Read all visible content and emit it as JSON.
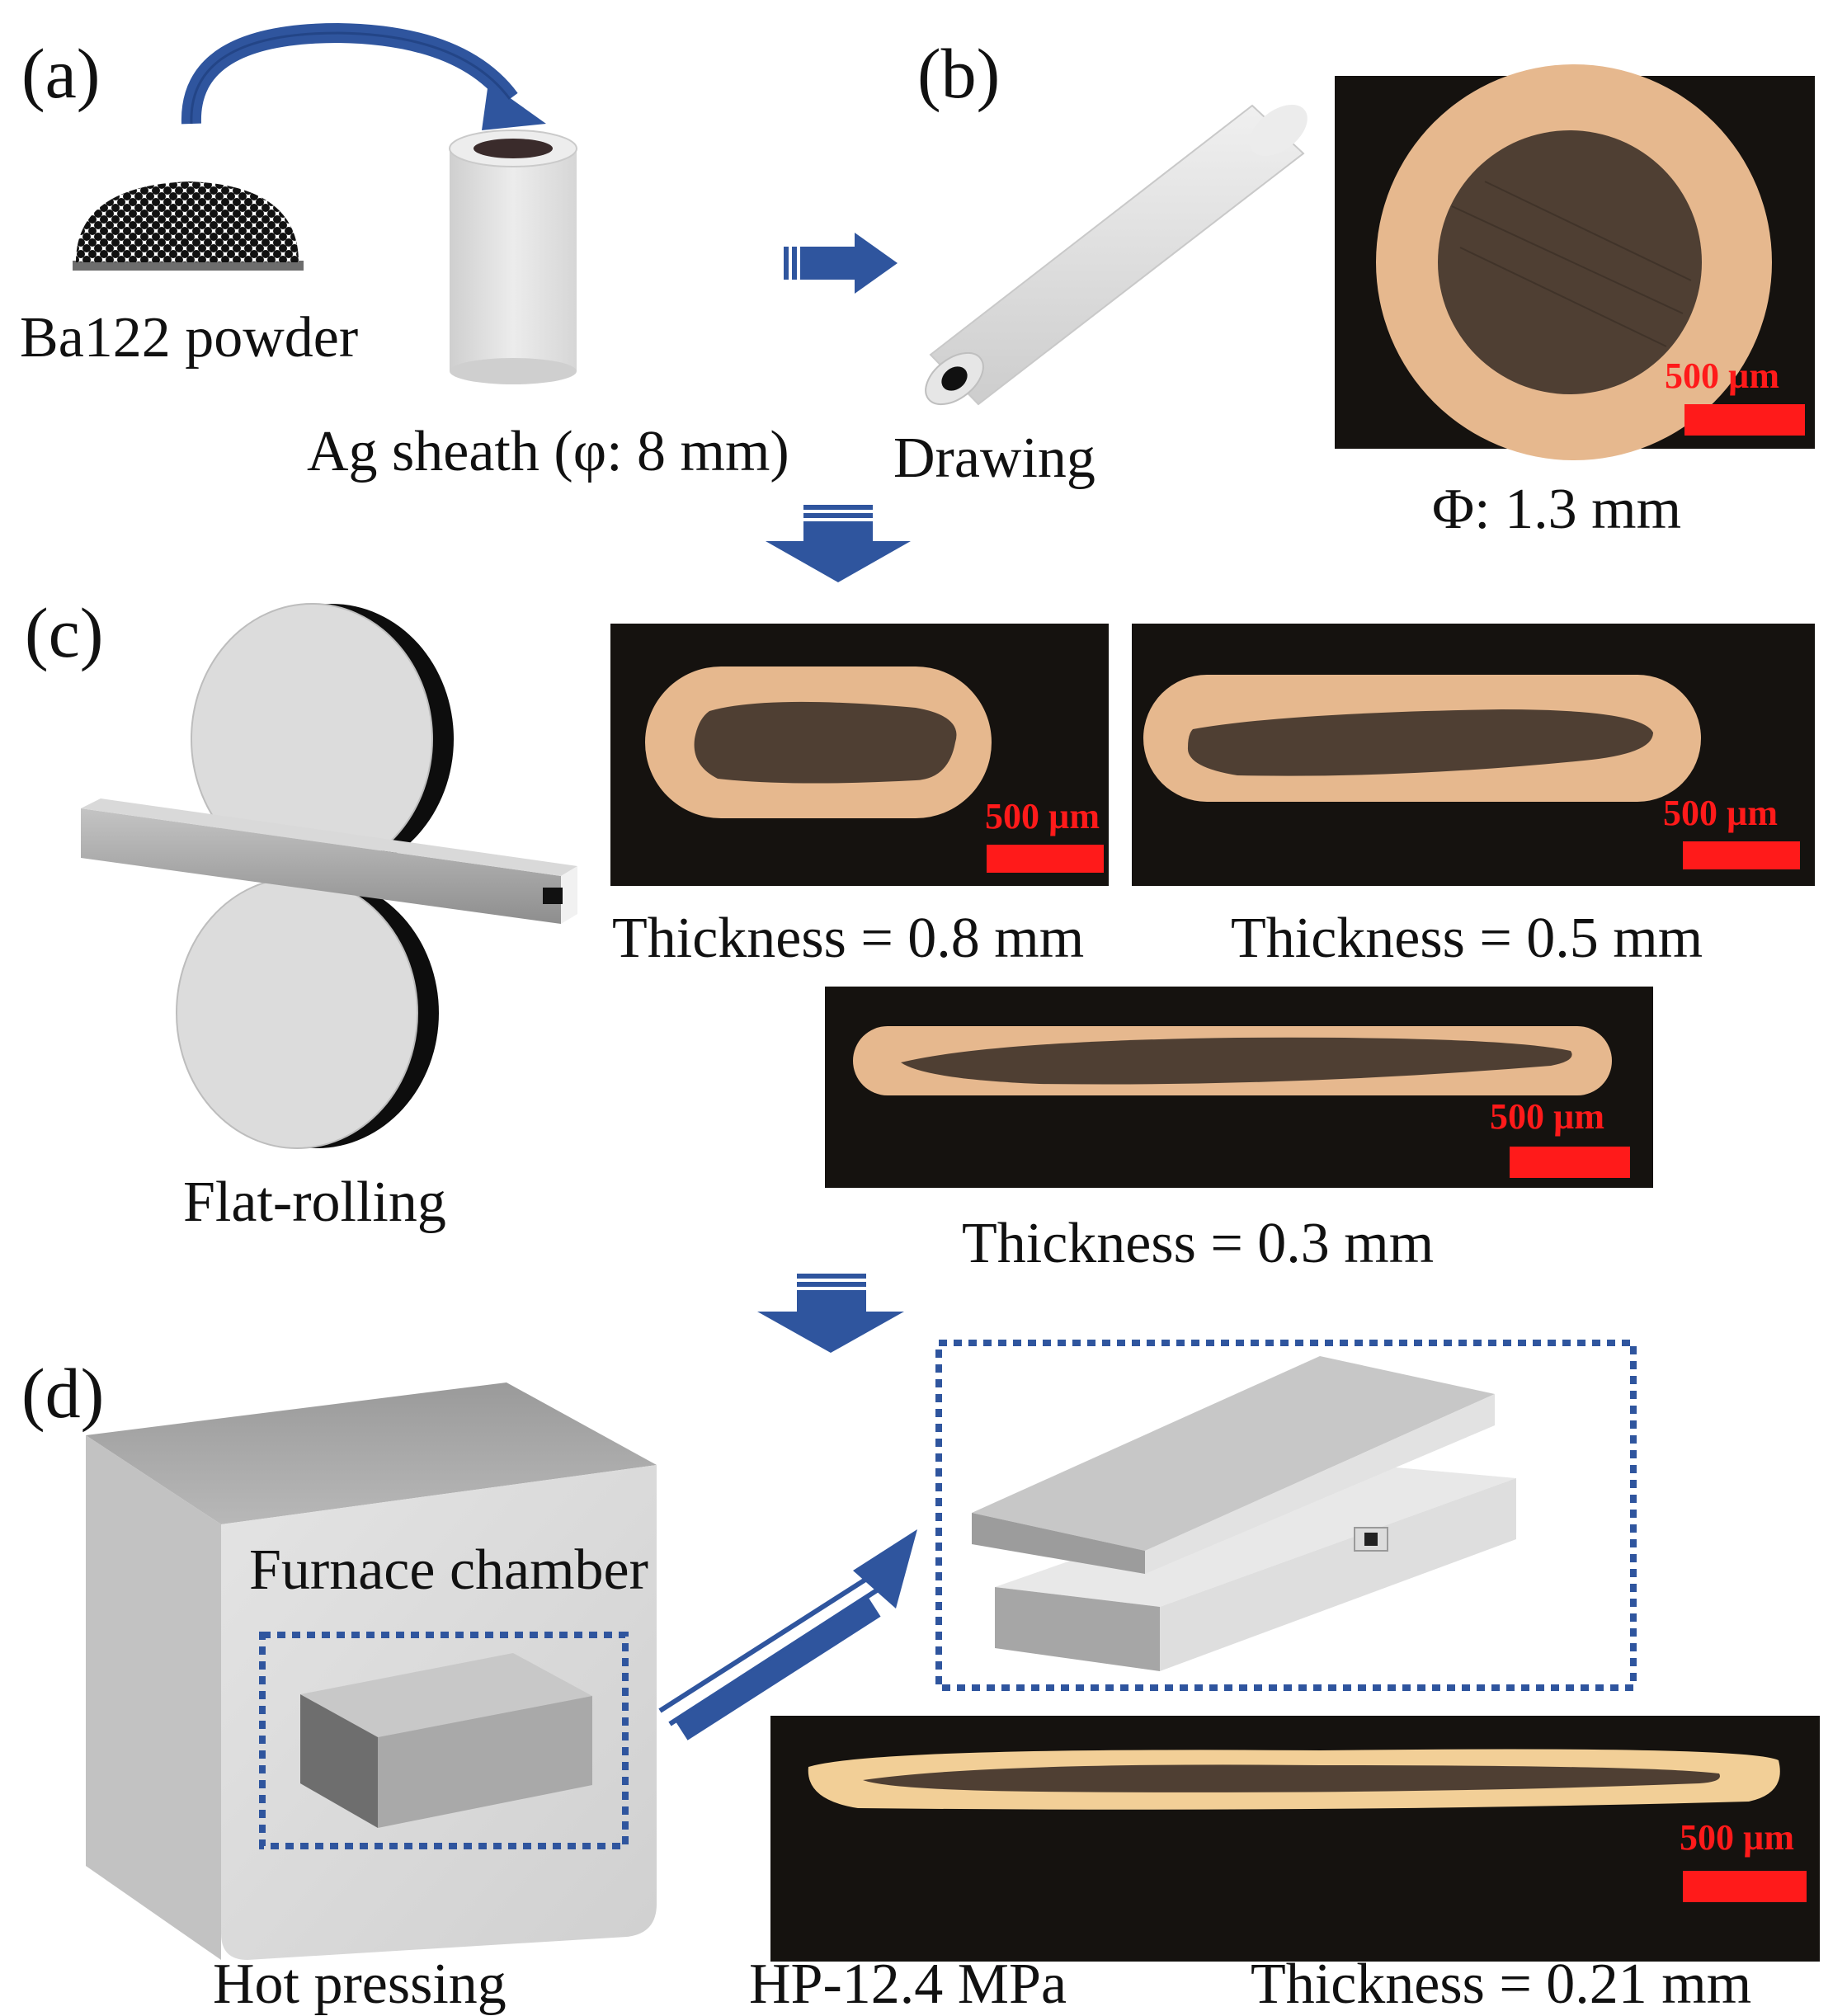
{
  "panels": {
    "a": "(a)",
    "b": "(b)",
    "c": "(c)",
    "d": "(d)"
  },
  "labels": {
    "powder": "Ba122 powder",
    "sheath": "Ag sheath (φ: 8 mm)",
    "drawing": "Drawing",
    "wire_diameter": "Φ: 1.3 mm",
    "flat_rolling": "Flat-rolling",
    "thickness_08": "Thickness = 0.8 mm",
    "thickness_05": "Thickness = 0.5 mm",
    "thickness_03": "Thickness = 0.3 mm",
    "furnace": "Furnace chamber",
    "hot_pressing": "Hot pressing",
    "hp_pressure": "HP-12.4 MPa",
    "thickness_021": "Thickness = 0.21 mm"
  },
  "scale_bar": "500 µm",
  "colors": {
    "arrow": "#2f559e",
    "silver": "#e6b88e",
    "core": "#4f3f33",
    "micrograph_bg": "#15120f",
    "scale_bar": "#ff1a1a",
    "dotted_box": "#2f559e"
  }
}
